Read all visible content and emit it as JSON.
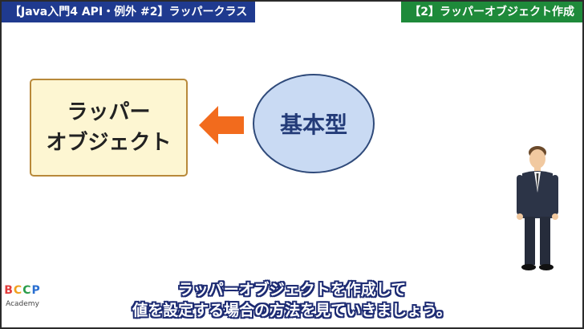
{
  "header": {
    "left_title": "【Java入門4 API・例外 #2】ラッパークラス",
    "right_title": "【2】ラッパーオブジェクト作成"
  },
  "diagram": {
    "wrapper_line1": "ラッパー",
    "wrapper_line2": "オブジェクト",
    "primitive_label": "基本型"
  },
  "logo": {
    "letters": [
      "B",
      "C",
      "C",
      "P"
    ],
    "name": "Academy"
  },
  "subtitle": {
    "line1": "ラッパーオブジェクトを作成して",
    "line2": "値を設定する場合の方法を見ていきましょう。"
  },
  "colors": {
    "left_tag": "#1f3a8f",
    "right_tag": "#1e8a3a",
    "arrow": "#f26b1d",
    "ellipse_fill": "#c9daf3",
    "box_fill": "#fdf6d2"
  }
}
